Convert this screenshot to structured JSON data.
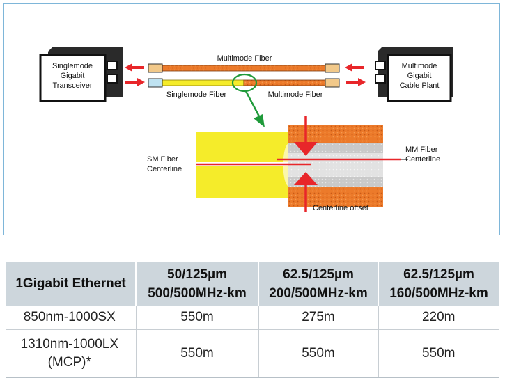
{
  "diagram": {
    "left_device": [
      "Singlemode",
      "Gigabit",
      "Transceiver"
    ],
    "right_device": [
      "Multimode",
      "Gigabit",
      "Cable Plant"
    ],
    "top_fiber_label": "Multimode Fiber",
    "bottom_left_fiber_label": "Singlemode Fiber",
    "bottom_right_fiber_label": "Multimode Fiber",
    "sm_centerline_label": [
      "SM Fiber",
      "Centerline"
    ],
    "mm_centerline_label": [
      "MM Fiber",
      "Centerline"
    ],
    "offset_label": "Centerline offset",
    "colors": {
      "arrow_red": "#e8262a",
      "sm_fiber_yellow": "#f5ec2a",
      "mm_fiber_orange": "#ec7a2a",
      "callout_green": "#1f9a3a",
      "cladding_grey": "#c9c9c9"
    }
  },
  "table": {
    "headers": [
      [
        "1Gigabit Ethernet"
      ],
      [
        "50/125µm",
        "500/500MHz-km"
      ],
      [
        "62.5/125µm",
        "200/500MHz-km"
      ],
      [
        "62.5/125µm",
        "160/500MHz-km"
      ]
    ],
    "rows": [
      {
        "label": [
          "850nm-1000SX"
        ],
        "values": [
          "550m",
          "275m",
          "220m"
        ]
      },
      {
        "label": [
          "1310nm-1000LX",
          "(MCP)*"
        ],
        "values": [
          "550m",
          "550m",
          "550m"
        ]
      }
    ]
  }
}
